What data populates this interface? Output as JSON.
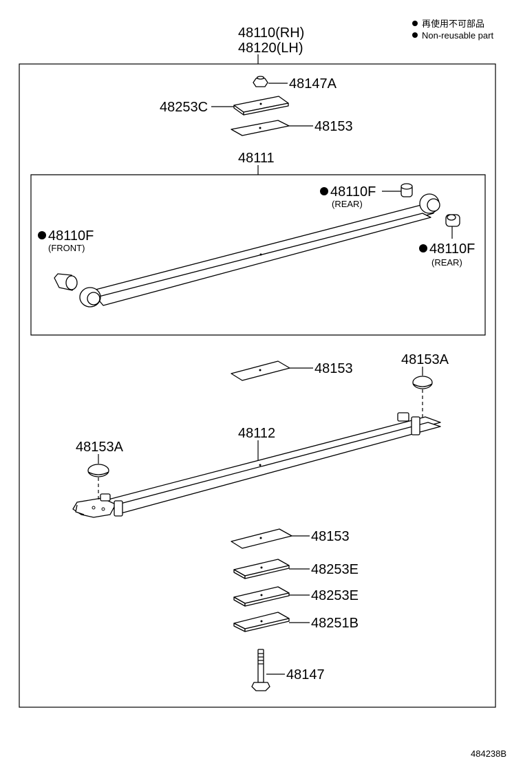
{
  "legend": {
    "japanese": "再使用不可部品",
    "english": "Non-reusable part"
  },
  "assembly": {
    "rh": "48110(RH)",
    "lh": "48120(LH)"
  },
  "parts": {
    "nut_top": "48147A",
    "plate_top": "48253C",
    "pad_top": "48153",
    "main_leaf_no": "48111",
    "bushing_rear_upper": "48110F",
    "bushing_rear_upper_note": "(REAR)",
    "bushing_front": "48110F",
    "bushing_front_note": "(FRONT)",
    "bushing_rear_lower": "48110F",
    "bushing_rear_lower_note": "(REAR)",
    "pad_mid": "48153",
    "bumper_right": "48153A",
    "second_leaf_no": "48112",
    "bumper_left": "48153A",
    "pad_lower": "48153",
    "plate_e1": "48253E",
    "plate_e2": "48253E",
    "plate_b": "48251B",
    "center_bolt": "48147"
  },
  "figure_id": "484238B"
}
